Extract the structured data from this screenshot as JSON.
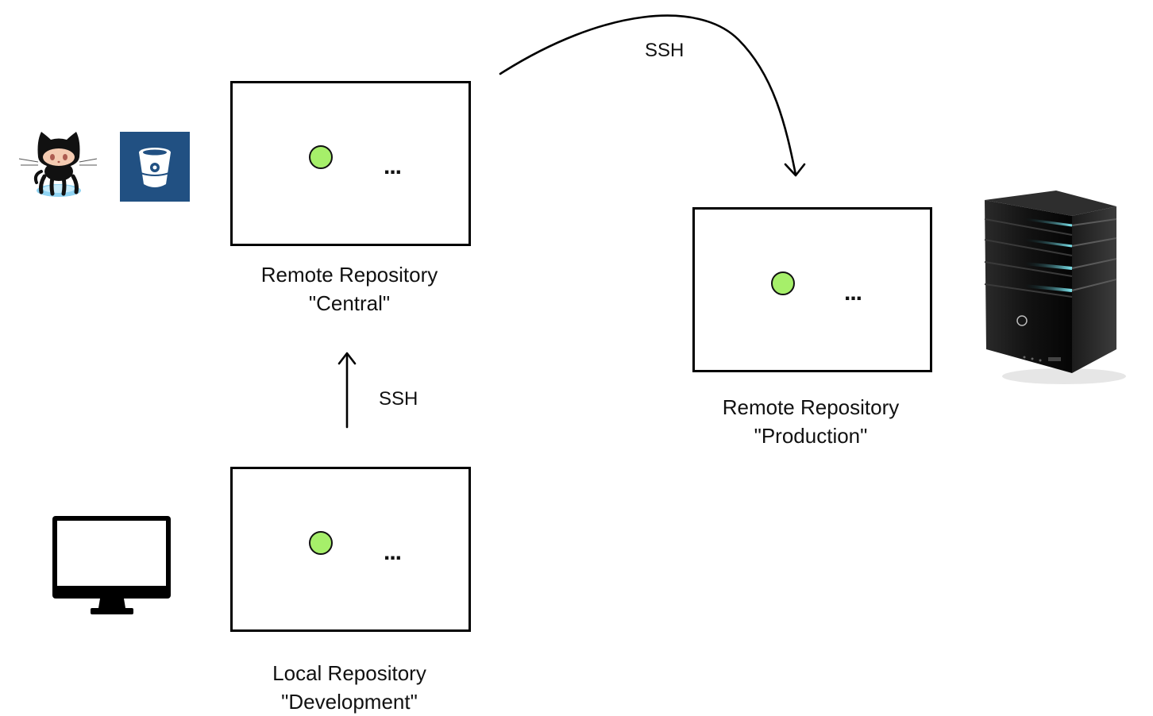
{
  "repositories": {
    "central": {
      "title": "Remote Repository",
      "name": "\"Central\"",
      "more": "..."
    },
    "production": {
      "title": "Remote Repository",
      "name": "\"Production\"",
      "more": "..."
    },
    "development": {
      "title": "Local Repository",
      "name": "\"Development\"",
      "more": "..."
    }
  },
  "connections": {
    "dev_to_central": "SSH",
    "central_to_production": "SSH"
  },
  "colors": {
    "commit": "#a6ef6a",
    "border": "#000000"
  },
  "icons": [
    "github-octocat-icon",
    "bitbucket-icon",
    "desktop-monitor-icon",
    "server-tower-icon"
  ]
}
